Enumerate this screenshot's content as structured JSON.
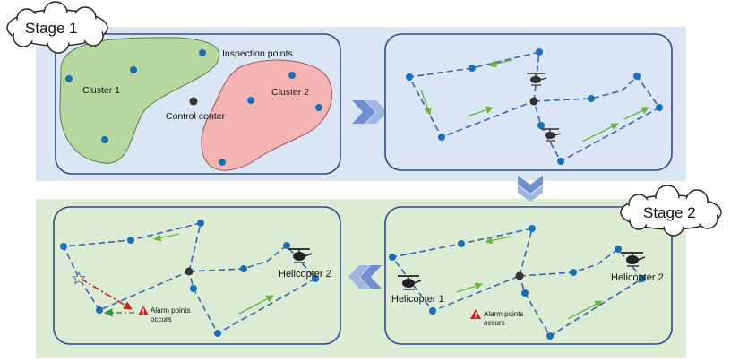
{
  "stage_labels": {
    "stage1": "Stage 1",
    "stage2": "Stage 2"
  },
  "panel1": {
    "cluster1_label": "Cluster 1",
    "cluster2_label": "Cluster 2",
    "inspection_points_label": "Inspection points",
    "control_center_label": "Control center"
  },
  "panel3": {
    "helicopter1_label": "Helicopter 1",
    "helicopter2_label": "Helicopter 2",
    "alarm_line1": "Alarm points",
    "alarm_line2": "occurs"
  },
  "panel4": {
    "helicopter2_label": "Helicopter 2",
    "alarm_line1": "Alarm points",
    "alarm_line2": "occurs"
  },
  "colors": {
    "stage1_band": "#dbe6f5",
    "stage2_band": "#dcebd3",
    "panel_border": "#2f4a8c",
    "node": "#1a6fb5",
    "route": "#3b63b0",
    "direction_arrow": "#6db33f",
    "cluster1_fill": "#b7d7a0",
    "cluster2_fill": "#f5b4b4",
    "control_center": "#333333",
    "alarm": "#cc1f1f"
  },
  "icons": [
    "cloud-callout-icon",
    "double-chevron-right-icon",
    "double-chevron-down-icon",
    "double-chevron-left-icon",
    "helicopter-icon",
    "warning-triangle-icon",
    "star-icon"
  ]
}
